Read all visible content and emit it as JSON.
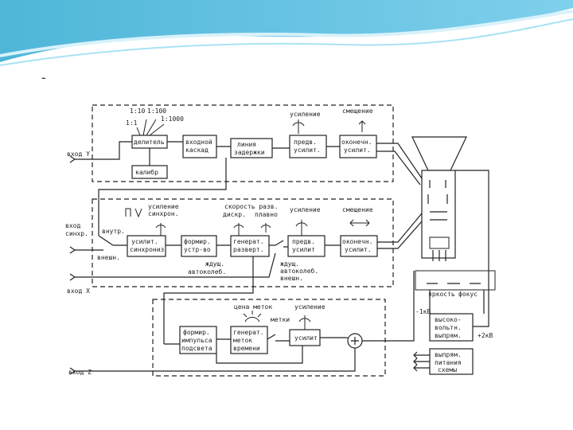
{
  "slide": {
    "dash": "-"
  },
  "blocks": {
    "divider": "делитель",
    "input_stage": [
      "входной",
      "каскад"
    ],
    "delay_line": [
      "линия",
      "задержки"
    ],
    "preamp_y": [
      "предв.",
      "усилит."
    ],
    "final_amp_y": [
      "оконечн.",
      "усилит."
    ],
    "calibrator": "калибр",
    "sync_amp": [
      "усилит.",
      "синхрониз"
    ],
    "shaper": [
      "формир.",
      "устр-во"
    ],
    "sweep_gen": [
      "генерат.",
      "разверт."
    ],
    "preamp_x": [
      "предв.",
      "усилит"
    ],
    "final_amp_x": [
      "оконечн.",
      "усилит."
    ],
    "pulse_shaper": [
      "формир.",
      "импульса",
      "подсвета"
    ],
    "marker_gen": [
      "генерат.",
      "меток",
      "времени"
    ],
    "amp_z": "усилит",
    "hv_supply": [
      "высоко-",
      "вольтн.",
      "выпрям."
    ],
    "lv_supply": [
      "выпрям.",
      "питания",
      "схемы"
    ]
  },
  "labels": {
    "ratios": [
      "1:10",
      "1:100",
      "1:1",
      "1:1000"
    ],
    "input_y": "вход Y",
    "gain_y1": "усиление",
    "offset_y": "смещение",
    "input_sync": [
      "вход",
      "синхр."
    ],
    "internal": "внутр.",
    "external": "внешн.",
    "gain_sync": [
      "усиление",
      "синхрон."
    ],
    "sweep_speed": [
      "скорость разв.",
      "дискр.",
      "плавно"
    ],
    "gain_x": "усиление",
    "offset_x": "смещение",
    "waiting": [
      "ждущ.",
      "автоколеб."
    ],
    "waiting2": [
      "ждущ.",
      "автоколеб.",
      "внешн."
    ],
    "input_x": "вход X",
    "mark_price": "цена меток",
    "marks": "метки",
    "gain_z": "усиление",
    "input_z": "вход Z",
    "brightness": "яркость",
    "focus": "фокус",
    "hv_minus": "-1кВ",
    "hv_plus": "+2кВ"
  }
}
